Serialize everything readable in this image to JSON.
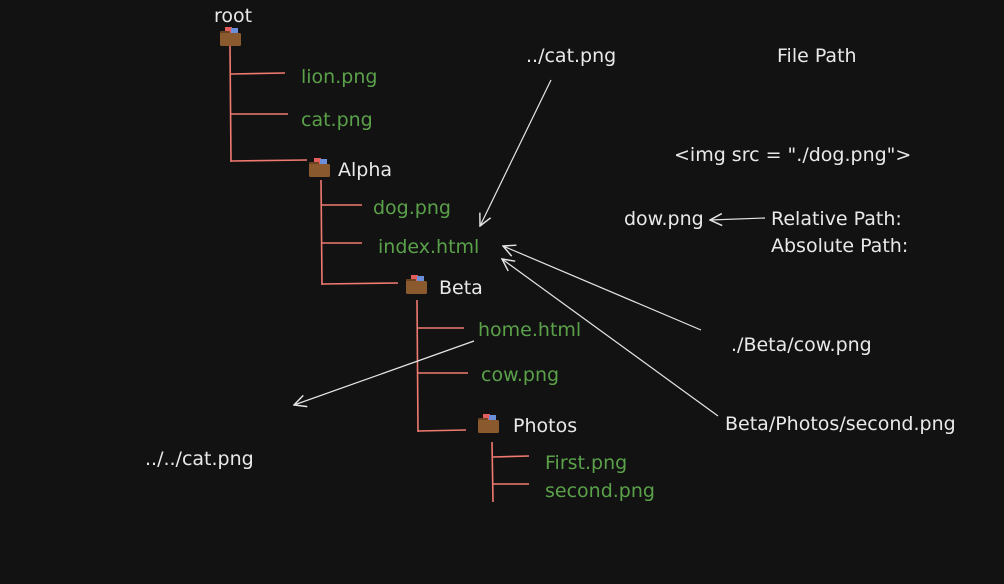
{
  "colors": {
    "background": "#121212",
    "file_text": "#5aa14a",
    "folder_text": "#e9e9e9",
    "tree_lines": "#f07a70",
    "arrows": "#e6e6e6"
  },
  "tree": {
    "root": {
      "label": "root",
      "icon": "folder-icon"
    },
    "root_files": [
      "lion.png",
      "cat.png"
    ],
    "alpha": {
      "label": "Alpha",
      "icon": "folder-icon"
    },
    "alpha_files": [
      "dog.png",
      "index.html"
    ],
    "beta": {
      "label": "Beta",
      "icon": "folder-icon"
    },
    "beta_files": [
      "home.html",
      "cow.png"
    ],
    "photos": {
      "label": "Photos",
      "icon": "folder-icon"
    },
    "photos_files": [
      "First.png",
      "second.png"
    ]
  },
  "annotations": {
    "parent_cat": "../cat.png",
    "grandparent_cat": "../../cat.png",
    "beta_cow": "./Beta/cow.png",
    "beta_photos_second": "Beta/Photos/second.png",
    "file_path_title": "File Path",
    "img_tag": "<img src = \"./dog.png\">",
    "dow_png": "dow.png",
    "relative_path": "Relative Path:",
    "absolute_path": "Absolute Path:"
  }
}
